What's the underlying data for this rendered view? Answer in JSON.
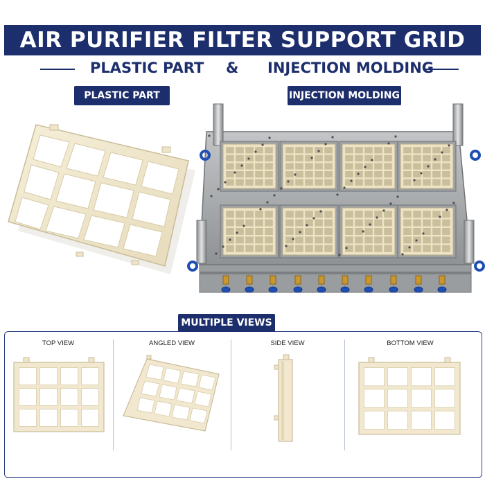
{
  "header": {
    "title": "AIR PURIFIER FILTER SUPPORT GRID",
    "subtitle_left": "PLASTIC PART",
    "subtitle_amp": "&",
    "subtitle_right": "INJECTION MOLDING"
  },
  "sections": {
    "plastic_part_label": "PLASTIC PART",
    "injection_molding_label": "INJECTION MOLDING",
    "multiple_views_label": "MULTIPLE VIEWS"
  },
  "views": [
    {
      "label": "TOP VIEW"
    },
    {
      "label": "ANGLED VIEW"
    },
    {
      "label": "SIDE VIEW"
    },
    {
      "label": "BOTTOM VIEW"
    }
  ],
  "colors": {
    "navy": "#1d2e6c",
    "plastic": "#f1e8cf",
    "plastic_edge": "#c9bc98",
    "steel": "#a9acae",
    "brass": "#c9972e",
    "blue_ring": "#1f4fb5"
  }
}
